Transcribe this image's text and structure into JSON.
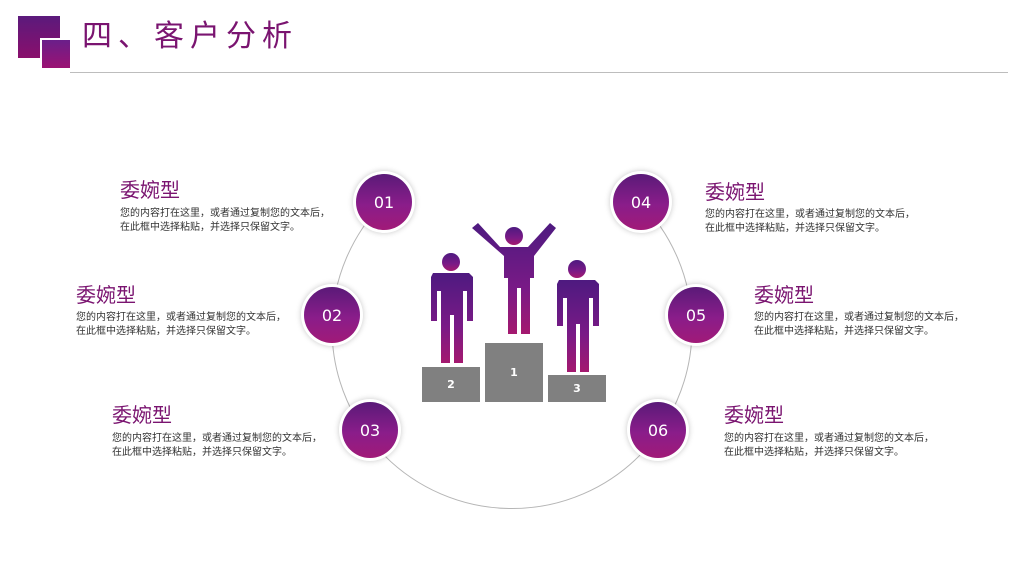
{
  "header": {
    "title": "四、客户分析"
  },
  "podium": {
    "first": "1",
    "second": "2",
    "third": "3"
  },
  "items": [
    {
      "num": "01",
      "title": "委婉型",
      "line1": "您的内容打在这里，或者通过复制您的文本后，",
      "line2": "在此框中选择粘贴，并选择只保留文字。"
    },
    {
      "num": "02",
      "title": "委婉型",
      "line1": "您的内容打在这里，或者通过复制您的文本后，",
      "line2": "在此框中选择粘贴，并选择只保留文字。"
    },
    {
      "num": "03",
      "title": "委婉型",
      "line1": "您的内容打在这里，或者通过复制您的文本后，",
      "line2": "在此框中选择粘贴，并选择只保留文字。"
    },
    {
      "num": "04",
      "title": "委婉型",
      "line1": "您的内容打在这里，或者通过复制您的文本后，",
      "line2": "在此框中选择粘贴，并选择只保留文字。"
    },
    {
      "num": "05",
      "title": "委婉型",
      "line1": "您的内容打在这里，或者通过复制您的文本后，",
      "line2": "在此框中选择粘贴，并选择只保留文字。"
    },
    {
      "num": "06",
      "title": "委婉型",
      "line1": "您的内容打在这里，或者通过复制您的文本后，",
      "line2": "在此框中选择粘贴，并选择只保留文字。"
    }
  ],
  "colors": {
    "accent": "#7a1470",
    "podium": "#808080"
  }
}
